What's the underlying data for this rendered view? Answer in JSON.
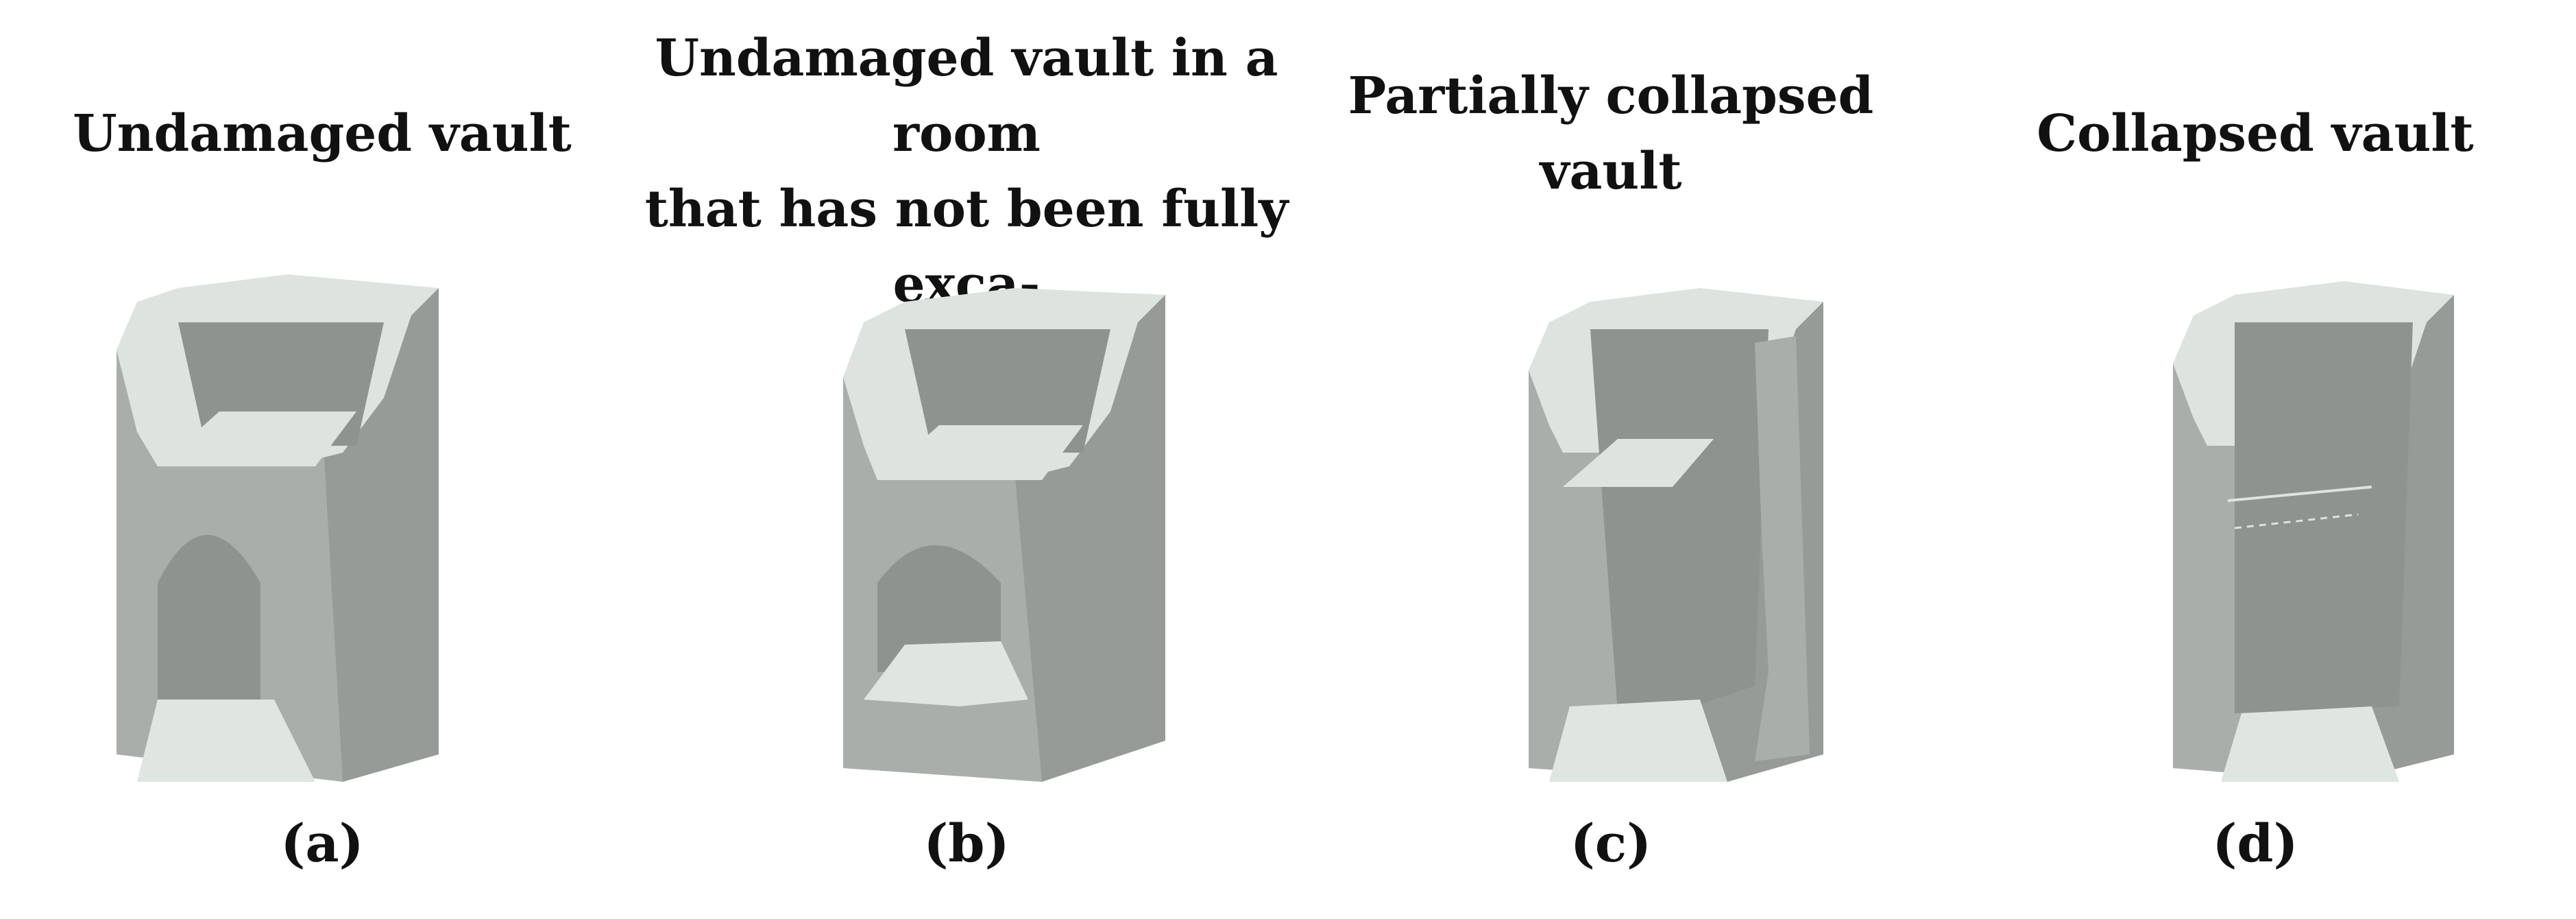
{
  "panels": [
    {
      "title": "Undamaged vault",
      "label": "(a)"
    },
    {
      "title": "Undamaged vault in a room\nthat has not been fully exca-\nvated",
      "label": "(b)"
    },
    {
      "title": "Partially collapsed\nvault",
      "label": "(c)"
    },
    {
      "title": "Collapsed vault",
      "label": "(d)"
    }
  ],
  "colors": {
    "front_face": "#a9aeaa",
    "side_face": "#969b98",
    "top_face": "#dde3de",
    "inner_back": "#8e938f",
    "floor": "#dfe5e0"
  }
}
